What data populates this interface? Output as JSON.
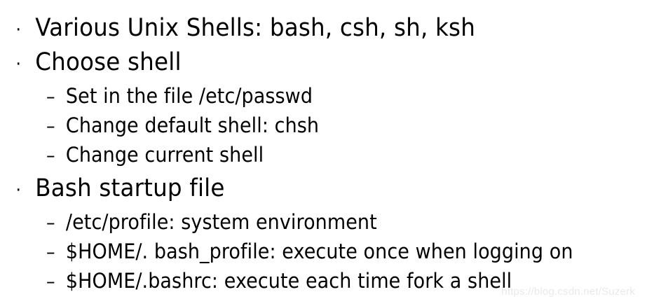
{
  "slide": {
    "background_color": "#ffffff",
    "text_color": "#000000",
    "bullet_marker_level1": "·",
    "bullet_marker_level2": "–",
    "items": [
      {
        "level": 1,
        "text": "Various Unix Shells:  bash, csh, sh, ksh"
      },
      {
        "level": 1,
        "text": "Choose shell"
      },
      {
        "level": 2,
        "text": "Set in the file /etc/passwd"
      },
      {
        "level": 2,
        "text": "Change default shell:  chsh"
      },
      {
        "level": 2,
        "text": "Change current shell"
      },
      {
        "level": 1,
        "text": "Bash startup file"
      },
      {
        "level": 2,
        "text": "/etc/profile: system environment"
      },
      {
        "level": 2,
        "text": "$HOME/. bash_profile: execute once when logging on"
      },
      {
        "level": 2,
        "text": "$HOME/.bashrc: execute each time fork a shell"
      }
    ]
  },
  "watermark": {
    "text": "https://blog.csdn.net/Suzerk",
    "color": "#e9e9e9"
  }
}
